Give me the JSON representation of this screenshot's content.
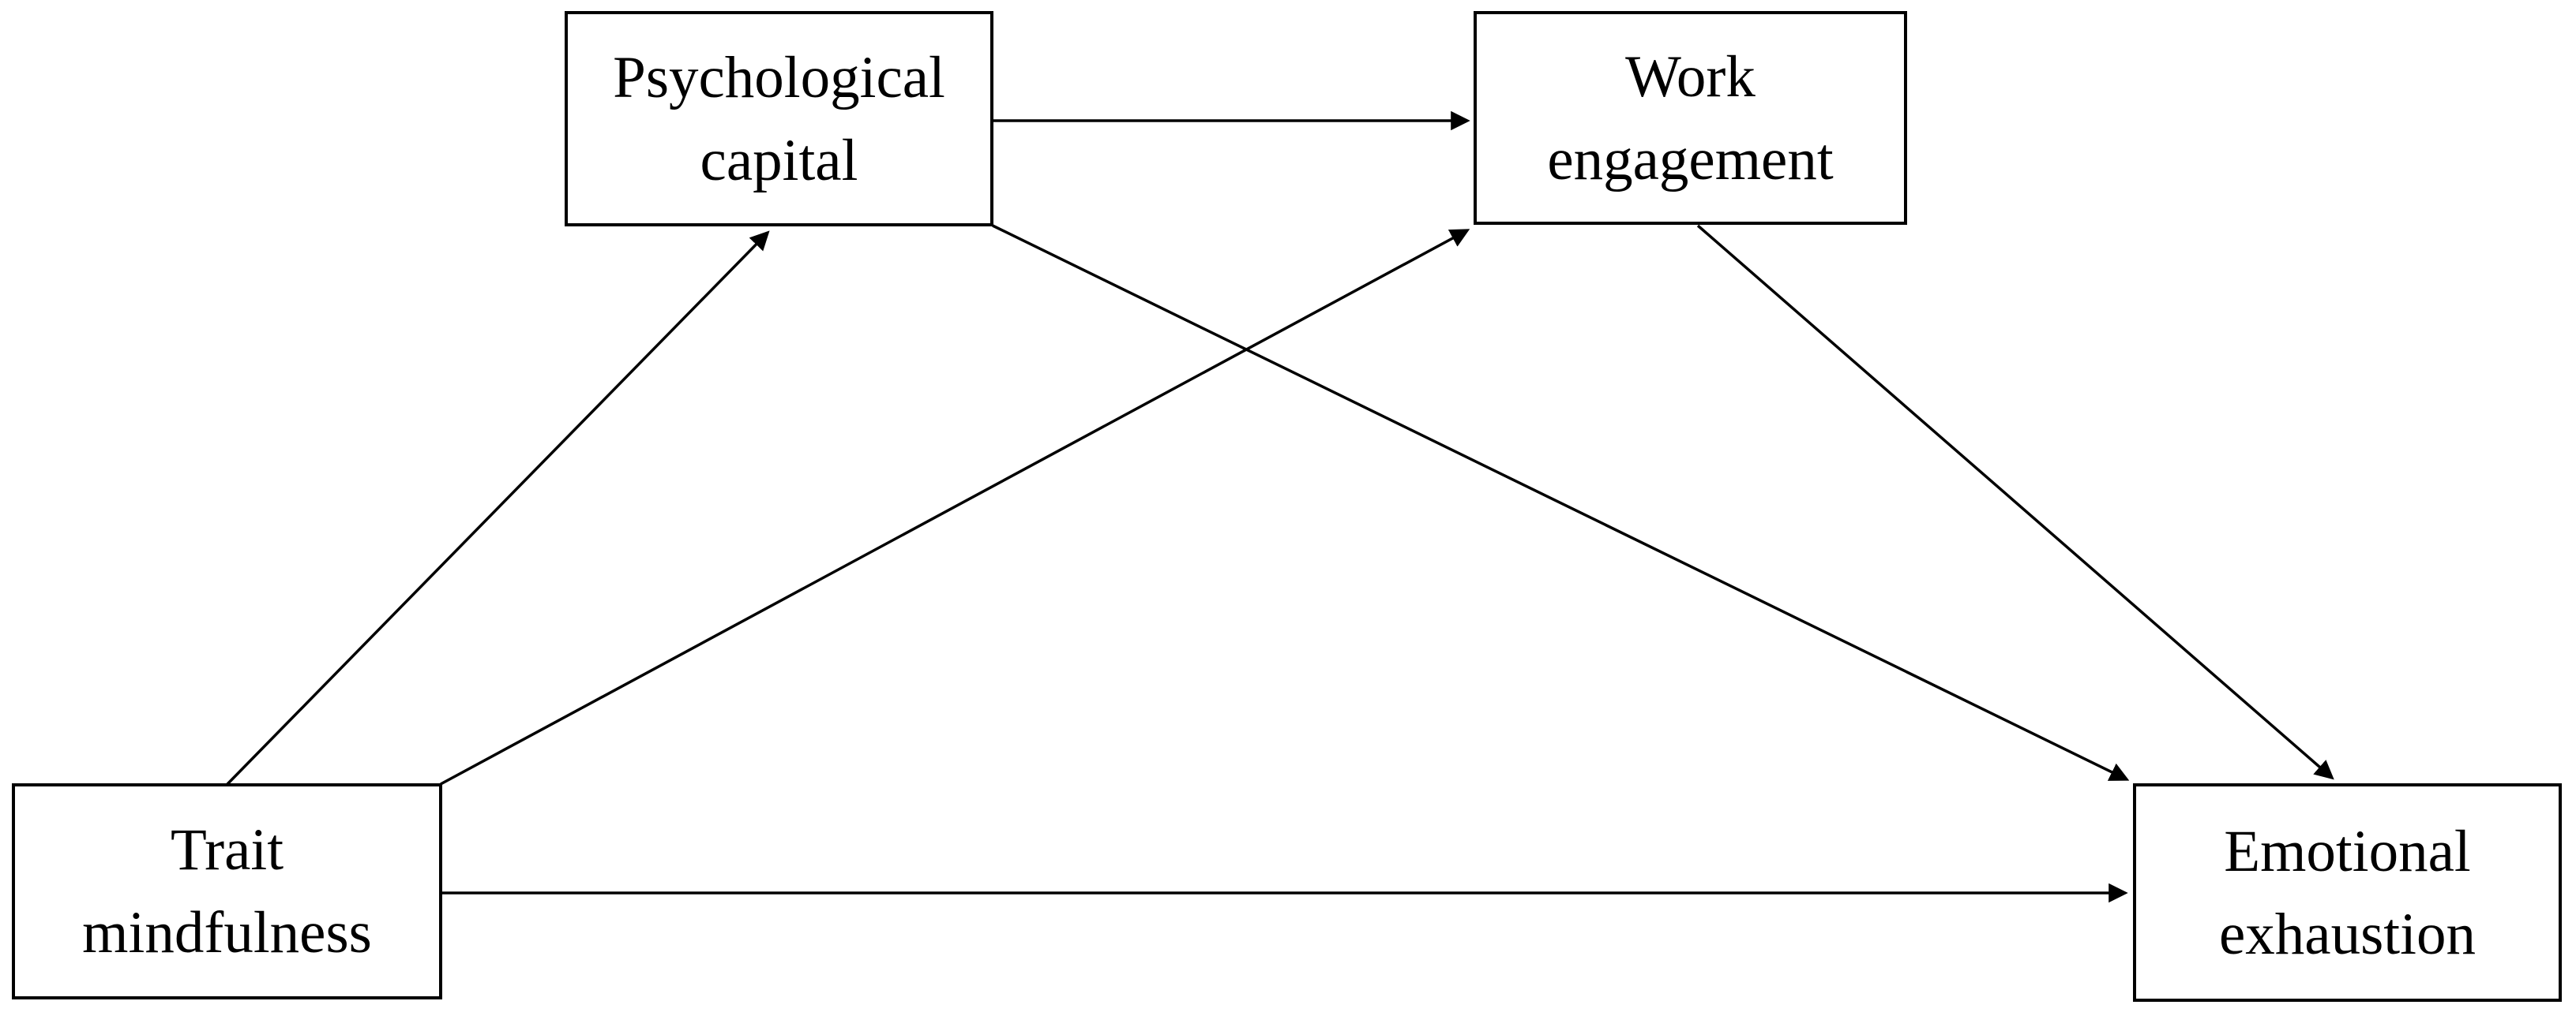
{
  "diagram": {
    "kind": "mediation-path-model",
    "background_color": "#ffffff",
    "box_border_color": "#000000",
    "text_color": "#000000",
    "arrow_color": "#000000",
    "nodes": [
      {
        "id": "trait-mindfulness",
        "lines": [
          "Trait",
          "mindfulness"
        ],
        "full_label": "Trait mindfulness"
      },
      {
        "id": "psychological-capital",
        "lines": [
          "Psychological",
          "capital"
        ],
        "full_label": "Psychological capital"
      },
      {
        "id": "work-engagement",
        "lines": [
          "Work",
          "engagement"
        ],
        "full_label": "Work engagement"
      },
      {
        "id": "emotional-exhaustion",
        "lines": [
          "Emotional",
          "exhaustion"
        ],
        "full_label": "Emotional exhaustion"
      }
    ],
    "edges": [
      {
        "from": "trait-mindfulness",
        "to": "psychological-capital",
        "style": "solid-arrow"
      },
      {
        "from": "trait-mindfulness",
        "to": "work-engagement",
        "style": "solid-arrow"
      },
      {
        "from": "trait-mindfulness",
        "to": "emotional-exhaustion",
        "style": "solid-arrow"
      },
      {
        "from": "psychological-capital",
        "to": "work-engagement",
        "style": "solid-arrow"
      },
      {
        "from": "psychological-capital",
        "to": "emotional-exhaustion",
        "style": "solid-arrow"
      },
      {
        "from": "work-engagement",
        "to": "emotional-exhaustion",
        "style": "solid-arrow"
      }
    ]
  }
}
